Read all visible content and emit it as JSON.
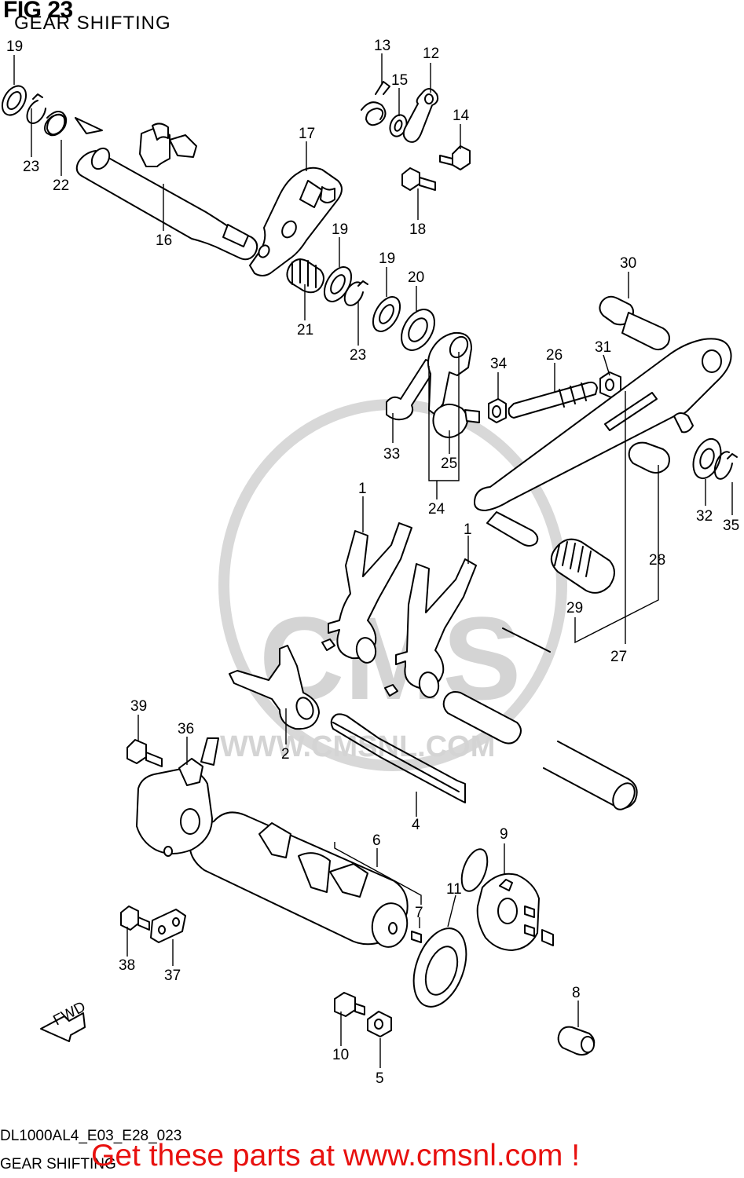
{
  "header": {
    "fig_title": "FIG 23",
    "subtitle": "GEAR SHIFTING"
  },
  "footer": {
    "diagram_code": "DL1000AL4_E03_E28_023",
    "section_name": "GEAR SHIFTING",
    "promo_text": "Get these parts at www.cmsnl.com !"
  },
  "watermark": {
    "logo_text": "CMS",
    "url_text": "WWW.CMSNL.COM"
  },
  "fwd_label": "FWD",
  "callouts": {
    "p1a": "1",
    "p1b": "1",
    "p2": "2",
    "p4": "4",
    "p5": "5",
    "p6": "6",
    "p7": "7",
    "p8": "8",
    "p9": "9",
    "p10": "10",
    "p11": "11",
    "p12": "12",
    "p13": "13",
    "p14": "14",
    "p15": "15",
    "p16": "16",
    "p17": "17",
    "p18": "18",
    "p19a": "19",
    "p19b": "19",
    "p19c": "19",
    "p20": "20",
    "p21": "21",
    "p22": "22",
    "p23a": "23",
    "p23b": "23",
    "p24": "24",
    "p25": "25",
    "p26": "26",
    "p27": "27",
    "p28": "28",
    "p29": "29",
    "p30": "30",
    "p31": "31",
    "p32": "32",
    "p33": "33",
    "p34": "34",
    "p35": "35",
    "p36": "36",
    "p37": "37",
    "p38": "38",
    "p39": "39"
  }
}
